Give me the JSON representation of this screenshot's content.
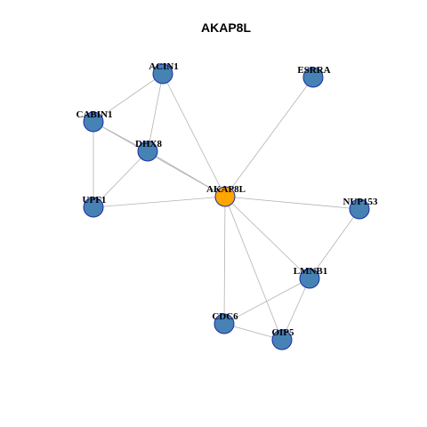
{
  "title": "AKAP8L",
  "colors": {
    "hub": "#ffa500",
    "node": "#4682b4",
    "node_border": "#1a2ea8",
    "edge": "#b3b3b3"
  },
  "nodes": [
    {
      "id": "AKAP8L",
      "hub": true
    },
    {
      "id": "ACIN1"
    },
    {
      "id": "ESRRA"
    },
    {
      "id": "CABIN1"
    },
    {
      "id": "DHX8"
    },
    {
      "id": "UPF1"
    },
    {
      "id": "NUP153"
    },
    {
      "id": "LMNB1"
    },
    {
      "id": "CDC6"
    },
    {
      "id": "OIP5"
    }
  ],
  "edges": [
    [
      "ACIN1",
      "CABIN1"
    ],
    [
      "ACIN1",
      "DHX8"
    ],
    [
      "ACIN1",
      "AKAP8L"
    ],
    [
      "CABIN1",
      "DHX8"
    ],
    [
      "CABIN1",
      "UPF1"
    ],
    [
      "DHX8",
      "UPF1"
    ],
    [
      "DHX8",
      "AKAP8L"
    ],
    [
      "CABIN1",
      "AKAP8L"
    ],
    [
      "UPF1",
      "AKAP8L"
    ],
    [
      "ESRRA",
      "AKAP8L"
    ],
    [
      "AKAP8L",
      "NUP153"
    ],
    [
      "AKAP8L",
      "LMNB1"
    ],
    [
      "AKAP8L",
      "CDC6"
    ],
    [
      "AKAP8L",
      "OIP5"
    ],
    [
      "NUP153",
      "LMNB1"
    ],
    [
      "LMNB1",
      "CDC6"
    ],
    [
      "LMNB1",
      "OIP5"
    ],
    [
      "CDC6",
      "OIP5"
    ]
  ]
}
